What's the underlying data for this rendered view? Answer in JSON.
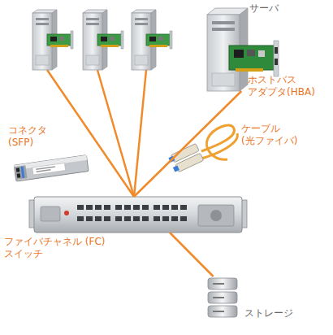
{
  "diagram": {
    "nodes": [
      {
        "text": [
          "サーバ"
        ]
      },
      {
        "text": [
          "ファイバチャネル (FC)スイッチ"
        ]
      },
      {
        "text": [
          "ストレージ"
        ]
      }
    ],
    "edges": [
      {
        "from": 0,
        "to": 1,
        "arrow": "none"
      },
      {
        "from": 1,
        "to": 2,
        "arrow": "none"
      }
    ],
    "labels": [
      "ホストバス アダプタ(HBA)",
      "コネクタ (SFP)",
      "ケーブル (光ファイバ)"
    ]
  }
}
